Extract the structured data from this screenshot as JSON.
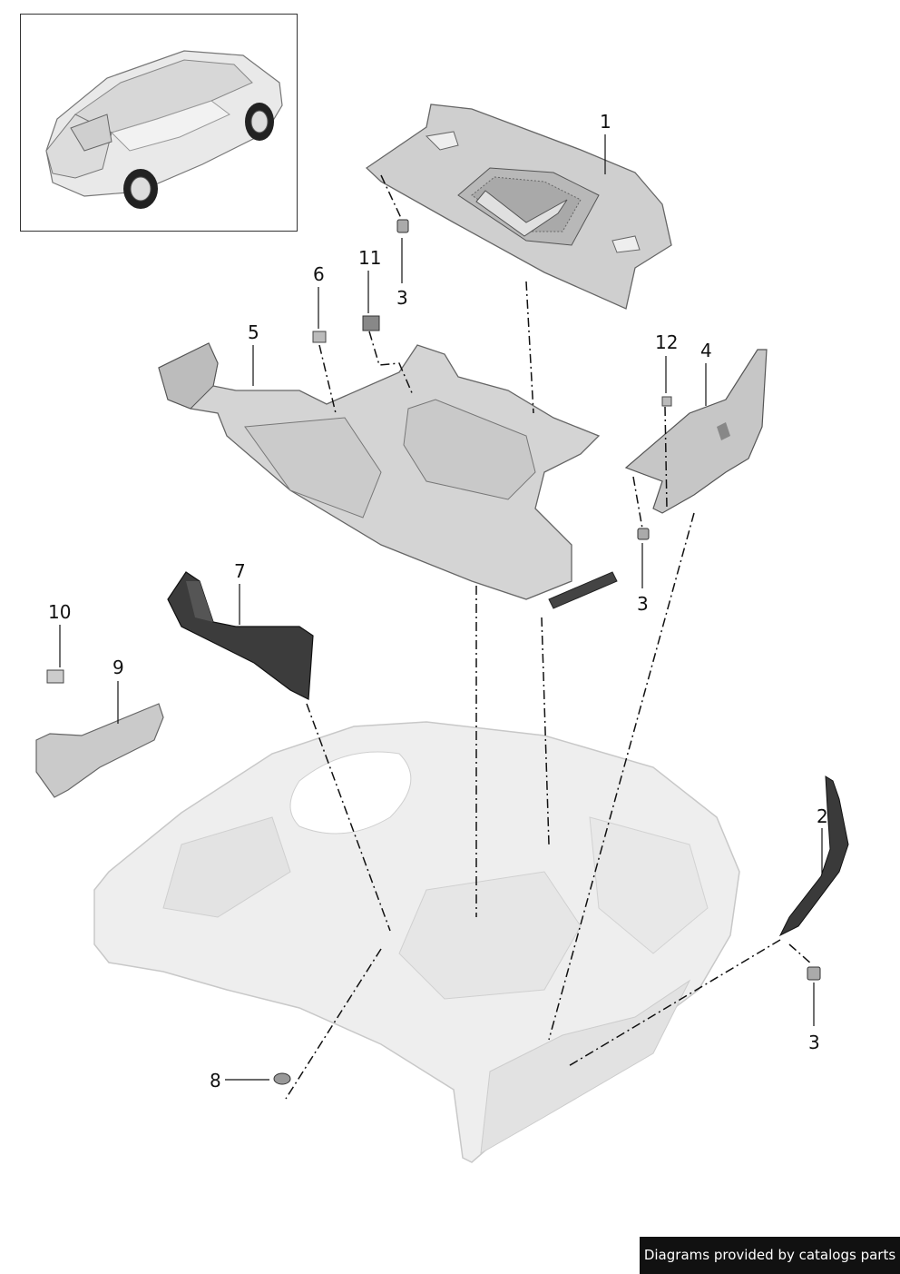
{
  "callouts": {
    "c1": "1",
    "c2": "2",
    "c3a": "3",
    "c3b": "3",
    "c3c": "3",
    "c4": "4",
    "c5": "5",
    "c6": "6",
    "c7": "7",
    "c8": "8",
    "c9": "9",
    "c10": "10",
    "c11": "11",
    "c12": "12"
  },
  "footer": {
    "credit": "Diagrams provided by catalogs parts"
  }
}
